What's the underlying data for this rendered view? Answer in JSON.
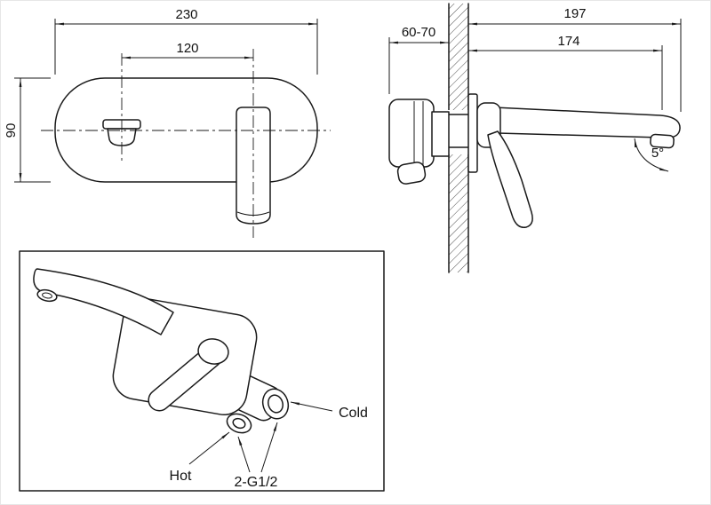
{
  "page": {
    "background": "#ffffff",
    "line_color": "#1a1a1a"
  },
  "front_view": {
    "dims": {
      "width": "230",
      "handle_to_spout": "120",
      "height": "90"
    }
  },
  "side_view": {
    "dims": {
      "overall_reach": "197",
      "wall_depth_range": "60-70",
      "spout_reach": "174",
      "spout_angle": "5°"
    }
  },
  "detail_view": {
    "labels": {
      "cold": "Cold",
      "hot": "Hot",
      "thread": "2-G1/2"
    }
  }
}
